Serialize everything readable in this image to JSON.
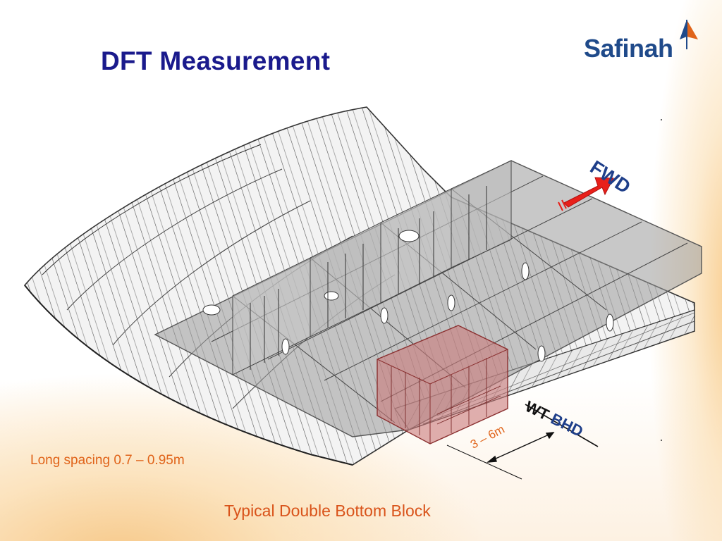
{
  "slide": {
    "title": "DFT Measurement",
    "caption": "Typical Double Bottom Block"
  },
  "logo": {
    "text": "Safinah",
    "icon": "sail-icon",
    "text_color": "#1f4a8a",
    "accent_color": "#e0641a"
  },
  "diagram": {
    "fwd_label": "FWD",
    "wt_label": "WT",
    "bhd_label": "BHD",
    "dimension_label": "3 – 6m",
    "long_spacing_label": "Long spacing 0.7 – 0.95m",
    "highlight_color": "#c97a7a",
    "arrow_color": "#e8201a"
  },
  "colors": {
    "title": "#1a1a8c",
    "annotation": "#e0641a",
    "caption": "#d9531a"
  }
}
